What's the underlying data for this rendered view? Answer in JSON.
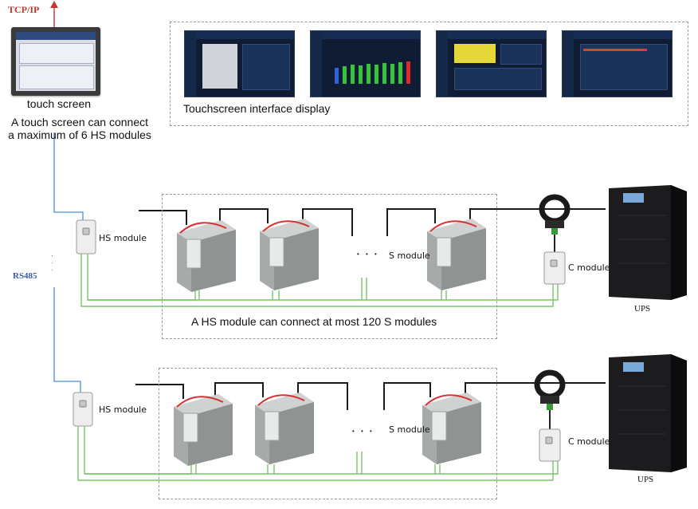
{
  "protocol_top": "TCP/IP",
  "protocol_side": "RS485",
  "touch_screen": {
    "title": "touch screen",
    "note_line1": "A touch screen can connect",
    "note_line2": "a maximum of 6 HS modules"
  },
  "interface_panel": {
    "caption": "Touchscreen interface display",
    "screenshots": [
      "interface-1",
      "interface-2",
      "interface-3",
      "interface-4"
    ]
  },
  "group_top": {
    "hs_label": "HS module",
    "s_label": "S module",
    "c_label": "C module",
    "ups_label": "UPS",
    "caption": "A HS module can connect at most 120 S modules",
    "dots": "• • •"
  },
  "group_bottom": {
    "hs_label": "HS module",
    "s_label": "S module",
    "c_label": "C module",
    "ups_label": "UPS",
    "dots": "• • •"
  },
  "colors": {
    "bus_blue": "#4a8fd6",
    "signal_green": "#7cc36a",
    "power_black": "#1a1a1a",
    "arrow_red": "#c0392b",
    "label_red": "#c0392b",
    "label_blue": "#3a5fa8"
  }
}
